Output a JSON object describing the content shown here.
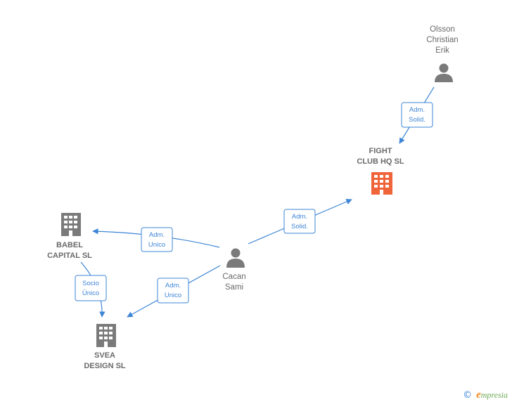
{
  "persons": [
    {
      "id": "olsson",
      "lines": [
        "Olsson",
        "Christian",
        "Erik"
      ]
    },
    {
      "id": "cacan",
      "lines": [
        "Cacan",
        "Sami"
      ]
    }
  ],
  "companies": [
    {
      "id": "fight",
      "lines": [
        "FIGHT",
        "CLUB HQ  SL"
      ],
      "color": "#f0643a",
      "highlight": true
    },
    {
      "id": "babel",
      "lines": [
        "BABEL",
        "CAPITAL  SL"
      ],
      "color": "#7a7a7a",
      "highlight": false
    },
    {
      "id": "svea",
      "lines": [
        "SVEA",
        "DESIGN  SL"
      ],
      "color": "#7a7a7a",
      "highlight": false
    }
  ],
  "edges": [
    {
      "from": "olsson",
      "to": "fight",
      "lines": [
        "Adm.",
        "Solid."
      ]
    },
    {
      "from": "cacan",
      "to": "fight",
      "lines": [
        "Adm.",
        "Solid."
      ]
    },
    {
      "from": "cacan",
      "to": "babel",
      "lines": [
        "Adm.",
        "Unico"
      ]
    },
    {
      "from": "cacan",
      "to": "svea",
      "lines": [
        "Adm.",
        "Unico"
      ]
    },
    {
      "from": "babel",
      "to": "svea",
      "lines": [
        "Socio",
        "Único"
      ]
    }
  ],
  "colors": {
    "edge": "#3d85d6",
    "person_icon": "#7a7a7a",
    "brand": "#6aa84f",
    "brand_accent": "#f08a24"
  },
  "footer": {
    "copyright_symbol": "©",
    "brand_initial": "e",
    "brand_rest": "mpresia"
  }
}
